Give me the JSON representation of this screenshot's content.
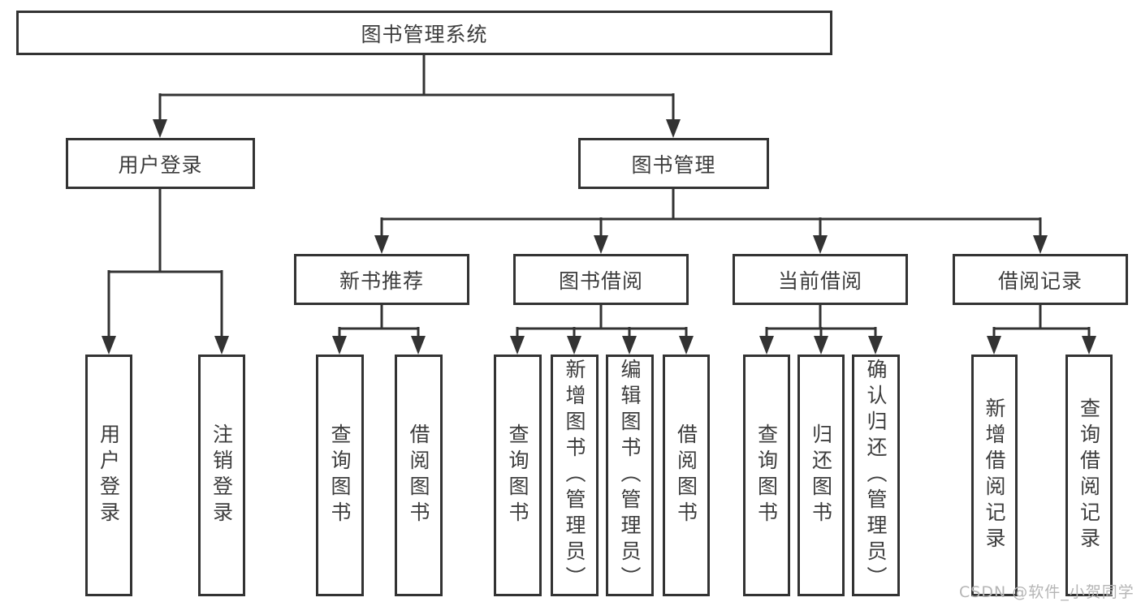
{
  "tree": {
    "label": "图书管理系统",
    "children": [
      {
        "label": "用户登录",
        "children": [
          {
            "label": "用户登录"
          },
          {
            "label": "注销登录"
          }
        ]
      },
      {
        "label": "图书管理",
        "children": [
          {
            "label": "新书推荐",
            "children": [
              {
                "label": "查询图书"
              },
              {
                "label": "借阅图书"
              }
            ]
          },
          {
            "label": "图书借阅",
            "children": [
              {
                "label": "查询图书"
              },
              {
                "label": "新增图书（管理员）"
              },
              {
                "label": "编辑图书（管理员）"
              },
              {
                "label": "借阅图书"
              }
            ]
          },
          {
            "label": "当前借阅",
            "children": [
              {
                "label": "查询图书"
              },
              {
                "label": "归还图书"
              },
              {
                "label": "确认归还（管理员）"
              }
            ]
          },
          {
            "label": "借阅记录",
            "children": [
              {
                "label": "新增借阅记录"
              },
              {
                "label": "查询借阅记录"
              }
            ]
          }
        ]
      }
    ]
  },
  "watermark": {
    "text": "CSDN @软件_小贺同学"
  },
  "colors": {
    "line": "#333333",
    "text": "#3d3d3d",
    "box_background": "#ffffff",
    "page_background": "#ffffff",
    "watermark": "#b5b5b5"
  }
}
